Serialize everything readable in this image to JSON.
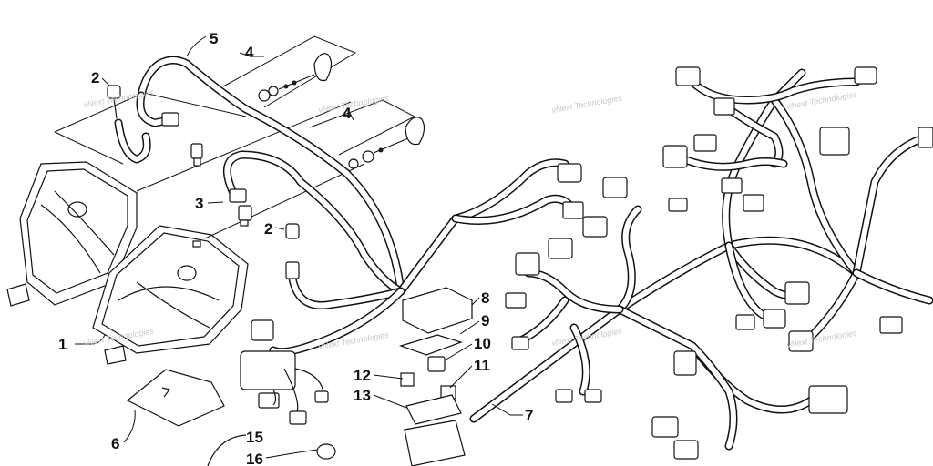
{
  "watermark": "vNext Technologies",
  "callouts": {
    "c1": "1",
    "c2a": "2",
    "c2b": "2",
    "c3": "3",
    "c4a": "4",
    "c4b": "4",
    "c5": "5",
    "c6": "6",
    "c7": "7",
    "c8": "8",
    "c9": "9",
    "c10": "10",
    "c11": "11",
    "c12": "12",
    "c13": "13",
    "c15": "15",
    "c16": "16"
  }
}
